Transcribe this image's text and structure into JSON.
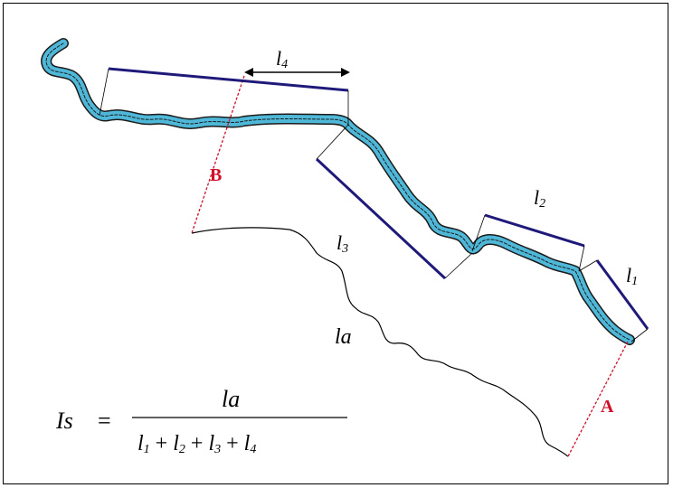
{
  "colors": {
    "river_fill": "#4fb8d8",
    "river_edge": "#1a1a1a",
    "segment_line": "#1f1a7a",
    "marker": "#d0102a",
    "valley": "#000000"
  },
  "points": {
    "a": "A",
    "b": "B"
  },
  "segments": {
    "l1": {
      "base": "l",
      "sub": "1"
    },
    "l2": {
      "base": "l",
      "sub": "2"
    },
    "l3": {
      "base": "l",
      "sub": "3"
    },
    "l4": {
      "base": "l",
      "sub": "4"
    }
  },
  "valley_label": "la",
  "formula": {
    "lhs": "Is",
    "equals": "=",
    "numerator": "la",
    "denominator": {
      "t1_base": "l",
      "t1_sub": "1",
      "plus1": "+",
      "t2_base": "l",
      "t2_sub": "2",
      "plus2": "+",
      "t3_base": "l",
      "t3_sub": "3",
      "plus3": "+",
      "t4_base": "l",
      "t4_sub": "4"
    }
  }
}
